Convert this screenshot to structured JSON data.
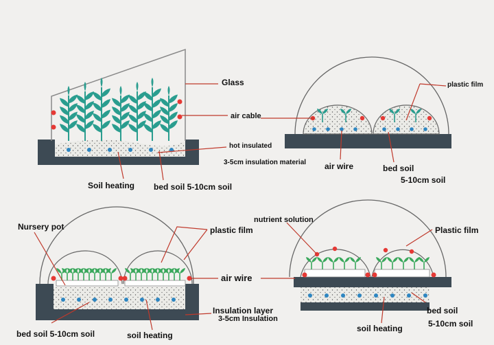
{
  "labels": {
    "glass": "Glass",
    "air_cable": "air cable",
    "hot_insulated": "hot insulated",
    "insulation_material": "3-5cm insulation material",
    "soil_heating_tl": "Soil heating",
    "bed_soil_tl": "bed soil 5-10cm soil",
    "plastic_film_tr": "plastic film",
    "air_wire_tr": "air wire",
    "bed_soil_tr": "bed soil",
    "bed_soil_depth_tr": "5-10cm soil",
    "nursery_pot": "Nursery pot",
    "plastic_film_bl": "plastic film",
    "air_wire_bl": "air wire",
    "bed_soil_bl": "bed soil 5-10cm soil",
    "soil_heating_bl": "soil heating",
    "insulation_layer": "Insulation layer",
    "insulation_depth": "3-5cm Insulation",
    "nutrient_solution": "nutrient solution",
    "plastic_film_br": "Plastic film",
    "bed_soil_br": "bed soil",
    "bed_soil_depth_br": "5-10cm soil",
    "soil_heating_br": "soil heating"
  },
  "colors": {
    "base": "#3d4a54",
    "soil": "#ebebe7",
    "leader": "#c0392b",
    "heater_dot": "#2e86c1",
    "air_dot": "#e53935",
    "plant": "#2a9d8f",
    "seedling": "#3aa85c"
  }
}
